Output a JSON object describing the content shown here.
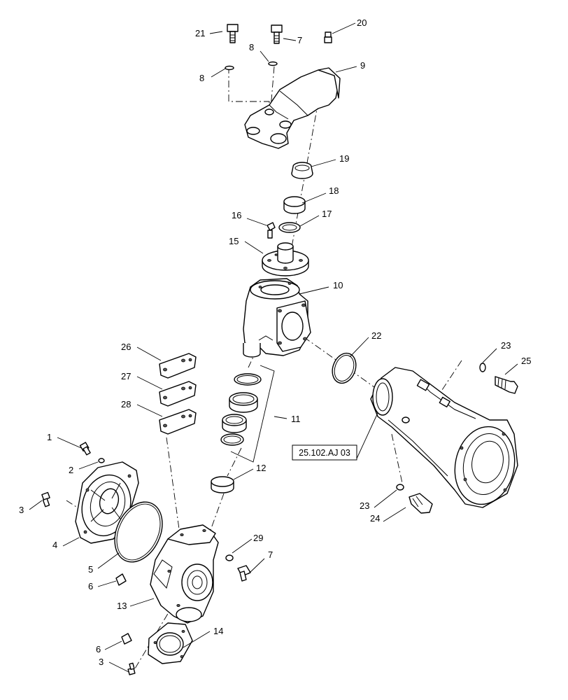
{
  "diagram": {
    "reference_box": "25.102.AJ 03",
    "callouts": {
      "c21": "21",
      "c7a": "7",
      "c20": "20",
      "c8a": "8",
      "c8b": "8",
      "c9": "9",
      "c19": "19",
      "c18": "18",
      "c16": "16",
      "c17": "17",
      "c15": "15",
      "c10": "10",
      "c22": "22",
      "c23a": "23",
      "c25": "25",
      "c26": "26",
      "c27": "27",
      "c28": "28",
      "c11": "11",
      "c1": "1",
      "c2": "2",
      "c12": "12",
      "c3a": "3",
      "c4": "4",
      "c23b": "23",
      "c24": "24",
      "c29": "29",
      "c5": "5",
      "c7b": "7",
      "c6a": "6",
      "c13": "13",
      "c14": "14",
      "c6b": "6",
      "c3b": "3"
    }
  }
}
